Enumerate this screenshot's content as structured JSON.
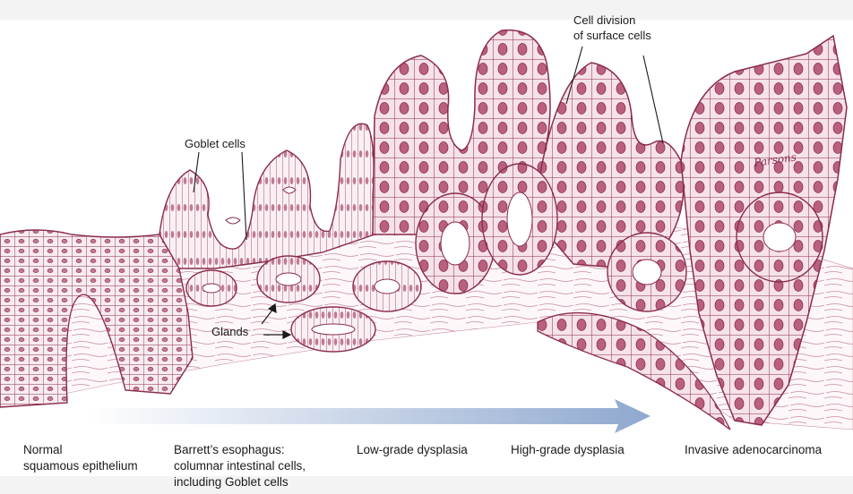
{
  "annotations": {
    "cell_division_line1": "Cell division",
    "cell_division_line2": "of surface cells",
    "goblet_cells": "Goblet cells",
    "glands": "Glands"
  },
  "signature": "Parsons",
  "stages": [
    {
      "line1": "Normal",
      "line2": "squamous epithelium",
      "line3": ""
    },
    {
      "line1": "Barrett’s esophagus:",
      "line2": "columnar intestinal cells,",
      "line3": "including Goblet cells"
    },
    {
      "line1": "Low-grade dysplasia",
      "line2": "",
      "line3": ""
    },
    {
      "line1": "High-grade dysplasia",
      "line2": "",
      "line3": ""
    },
    {
      "line1": "Invasive adenocarcinoma",
      "line2": "",
      "line3": ""
    }
  ],
  "colors": {
    "tissue_outline": "#8a2c4c",
    "nucleus_fill": "#c07a92",
    "cytoplasm_fill": "#f7e6ec",
    "arrow_gradient_start": "#ffffff",
    "arrow_gradient_end": "#8fa8cf",
    "text": "#1a1a1a"
  }
}
